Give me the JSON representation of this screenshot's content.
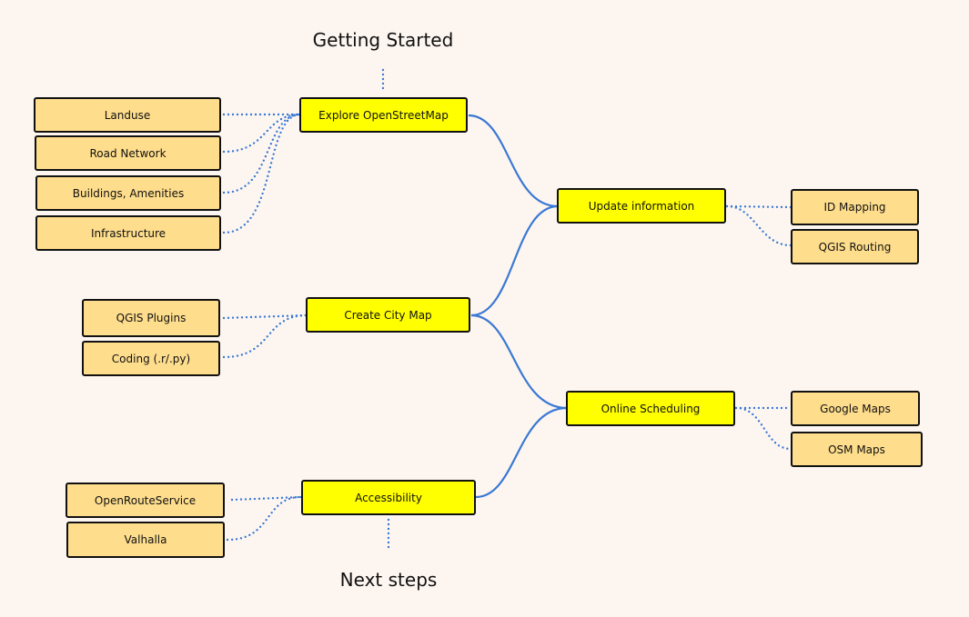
{
  "captions": {
    "top": "Getting Started",
    "bottom": "Next steps"
  },
  "nodes": {
    "explore": "Explore OpenStreetMap",
    "create_city_map": "Create City Map",
    "accessibility": "Accessibility",
    "update_information": "Update information",
    "online_scheduling": "Online Scheduling",
    "landuse": "Landuse",
    "road_network": "Road Network",
    "buildings": "Buildings, Amenities",
    "infrastructure": "Infrastructure",
    "qgis_plugins": "QGIS Plugins",
    "coding": "Coding (.r/.py)",
    "openrouteservice": "OpenRouteService",
    "valhalla": "Valhalla",
    "id_mapping": "ID Mapping",
    "qgis_routing": "QGIS Routing",
    "google_maps": "Google Maps",
    "osm_maps": "OSM Maps"
  },
  "colors": {
    "main_fill": "#ffff00",
    "leaf_fill": "#fedd8c",
    "connector": "#3a78d4",
    "background": "#fdf6f0"
  }
}
